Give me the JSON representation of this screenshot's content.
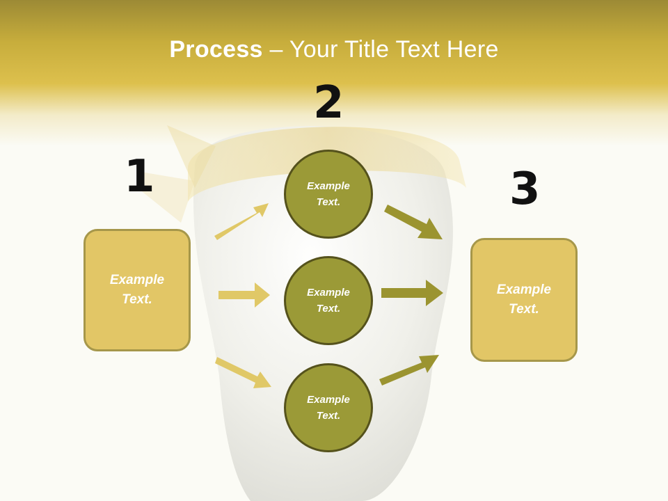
{
  "title": {
    "bold": "Process",
    "rest": " – Your Title Text Here"
  },
  "numbers": {
    "n1": "1",
    "n2": "2",
    "n3": "3"
  },
  "left_box": {
    "text": "Example Text."
  },
  "right_box": {
    "text": "Example Text."
  },
  "circles": [
    {
      "text": "Example Text."
    },
    {
      "text": "Example Text."
    },
    {
      "text": "Example Text."
    }
  ],
  "colors": {
    "box_fill": "#e2c666",
    "box_border": "#a6974a",
    "circle_fill": "#9b9a37",
    "circle_border": "#55521c",
    "arrow_light": "#e0c867",
    "arrow_dark": "#9b9430",
    "header_gold": "#c7ad3c"
  }
}
